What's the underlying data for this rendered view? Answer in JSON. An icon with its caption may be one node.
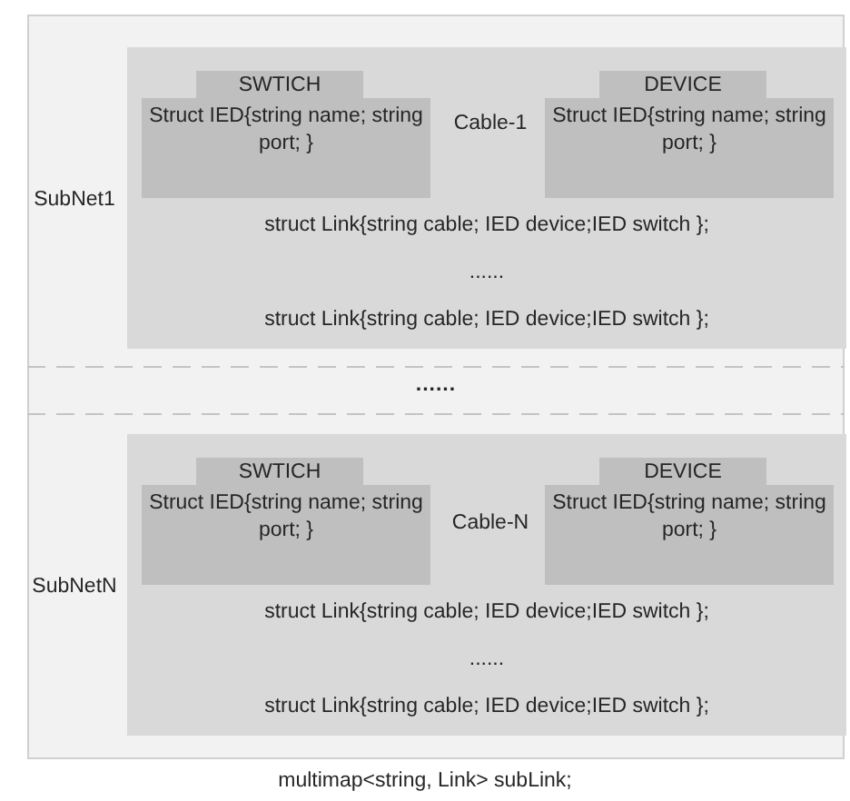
{
  "diagram": {
    "caption": "multimap<string, Link> subLink;",
    "nodes": [
      {
        "text": [
          "SubNet1",
          "struct Link{string cable; IED device;IED switch };",
          "......",
          "struct Link{string cable; IED device;IED switch };"
        ]
      },
      {
        "text": [
          "SWTICH",
          "Struct IED{string name; string port; }"
        ],
        "in": 0
      },
      {
        "text": [
          "DEVICE",
          "Struct IED{string name; string port; }"
        ],
        "in": 0
      },
      {
        "text": [
          "SubNetN",
          "struct Link{string cable; IED device;IED switch };",
          "......",
          "struct Link{string cable; IED device;IED switch };"
        ]
      },
      {
        "text": [
          "SWTICH",
          "Struct IED{string name; string port; }"
        ],
        "in": 3
      },
      {
        "text": [
          "DEVICE",
          "Struct IED{string name; string port; }"
        ],
        "in": 3
      }
    ],
    "labels": [
      "Cable-1",
      "......",
      "Cable-N"
    ]
  }
}
